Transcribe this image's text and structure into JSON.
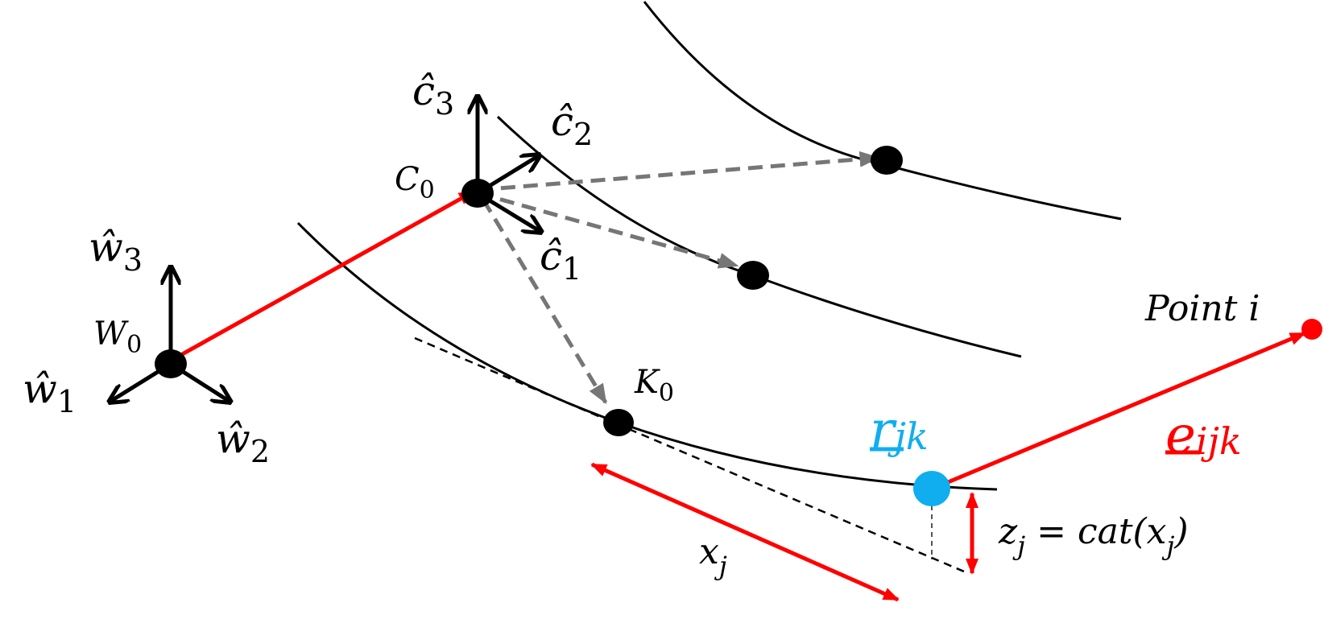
{
  "colors": {
    "black": "#000000",
    "gray": "#767676",
    "red": "#ff0000",
    "cyan": "#10aeef"
  },
  "labels": {
    "w3": {
      "base": "ŵ",
      "sub": "3"
    },
    "w1": {
      "base": "ŵ",
      "sub": "1"
    },
    "w2": {
      "base": "ŵ",
      "sub": "2"
    },
    "W0": {
      "base": "W",
      "sub": "0"
    },
    "c3": {
      "base": "ĉ",
      "sub": "3"
    },
    "c2": {
      "base": "ĉ",
      "sub": "2"
    },
    "c1": {
      "base": "ĉ",
      "sub": "1"
    },
    "C0": {
      "base": "C",
      "sub": "0"
    },
    "K0": {
      "base": "K",
      "sub": "0"
    },
    "point_i": "Point i",
    "r_jk": {
      "base": "r",
      "sub": "jk"
    },
    "e_ijk": {
      "base": "e",
      "sub": "ijk"
    },
    "x_j": {
      "base": "x",
      "sub": "j"
    },
    "z_j": {
      "left": "z",
      "left_sub": "j",
      "eq": " = cat(x",
      "right_sub": "j",
      "close": ")"
    }
  }
}
